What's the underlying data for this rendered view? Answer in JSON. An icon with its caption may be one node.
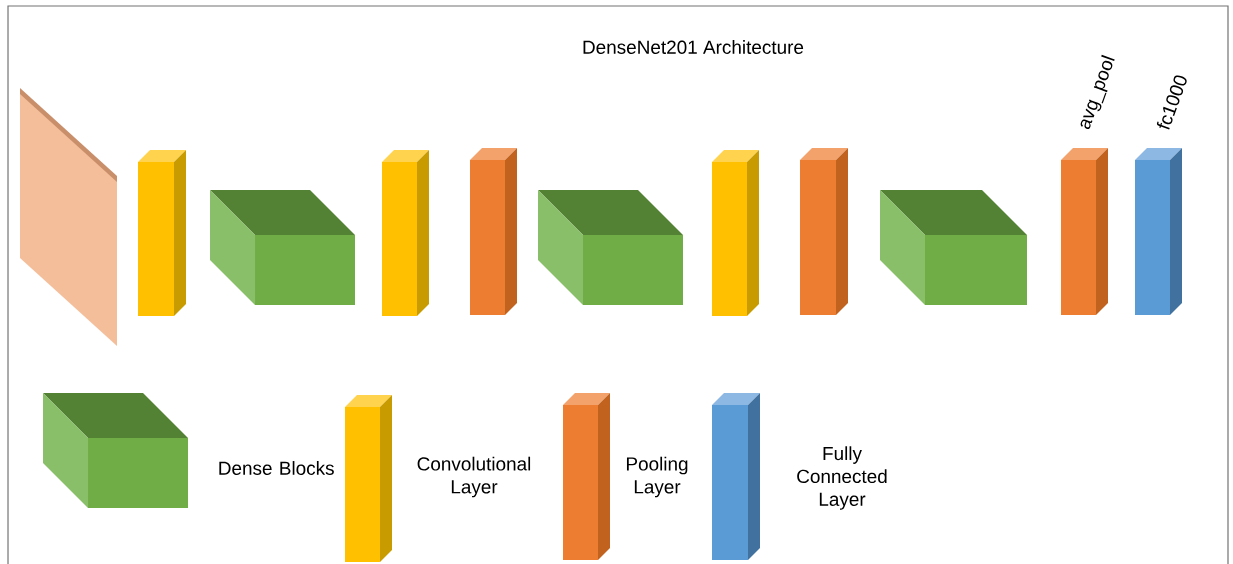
{
  "diagram": {
    "title": "DenseNet201 Architecture",
    "labels": [
      "avg_pool",
      "fc1000"
    ],
    "legend": [
      {
        "text": "Dense Blocks"
      },
      {
        "text": "Convolutional Layer"
      },
      {
        "text": "Pooling Layer"
      },
      {
        "text": "Fully Connected Layer"
      }
    ]
  }
}
